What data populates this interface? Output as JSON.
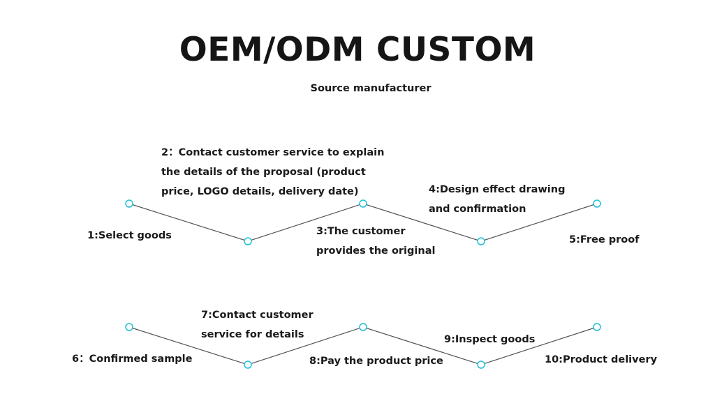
{
  "title": "OEM/ODM CUSTOM",
  "subtitle": "Source manufacturer",
  "colors": {
    "line": "#555555",
    "node": "#1ec1d6",
    "text": "#1a1a1a"
  },
  "rows": [
    {
      "steps": [
        {
          "lines": [
            "1:Select goods"
          ]
        },
        {
          "lines": [
            "2：Contact customer service to explain",
            "the details of the proposal (product",
            "price, LOGO details, delivery date)"
          ]
        },
        {
          "lines": [
            "3:The customer",
            "provides the original"
          ]
        },
        {
          "lines": [
            "4:Design effect drawing",
            "and confirmation"
          ]
        },
        {
          "lines": [
            "5:Free proof"
          ]
        }
      ]
    },
    {
      "steps": [
        {
          "lines": [
            "6：Confirmed sample"
          ]
        },
        {
          "lines": [
            "7:Contact customer",
            "service for details"
          ]
        },
        {
          "lines": [
            "8:Pay the product price"
          ]
        },
        {
          "lines": [
            "9:Inspect goods"
          ]
        },
        {
          "lines": [
            "10:Product delivery"
          ]
        }
      ]
    }
  ]
}
